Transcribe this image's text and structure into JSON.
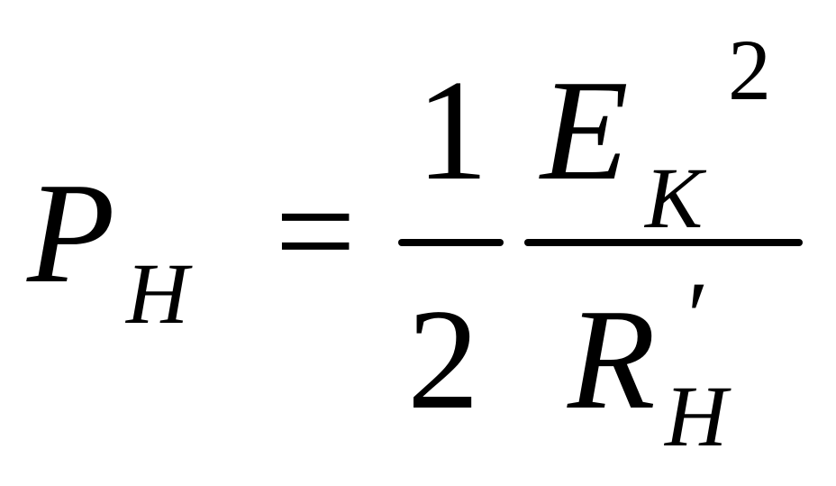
{
  "formula": {
    "lhs": {
      "symbol": "P",
      "subscript": "H"
    },
    "operator": "=",
    "fraction1": {
      "numerator": "1",
      "denominator": "2"
    },
    "fraction2": {
      "numerator": {
        "symbol": "E",
        "subscript": "K",
        "exponent": "2"
      },
      "denominator": {
        "symbol": "R",
        "prime": "′",
        "subscript": "H"
      }
    }
  }
}
